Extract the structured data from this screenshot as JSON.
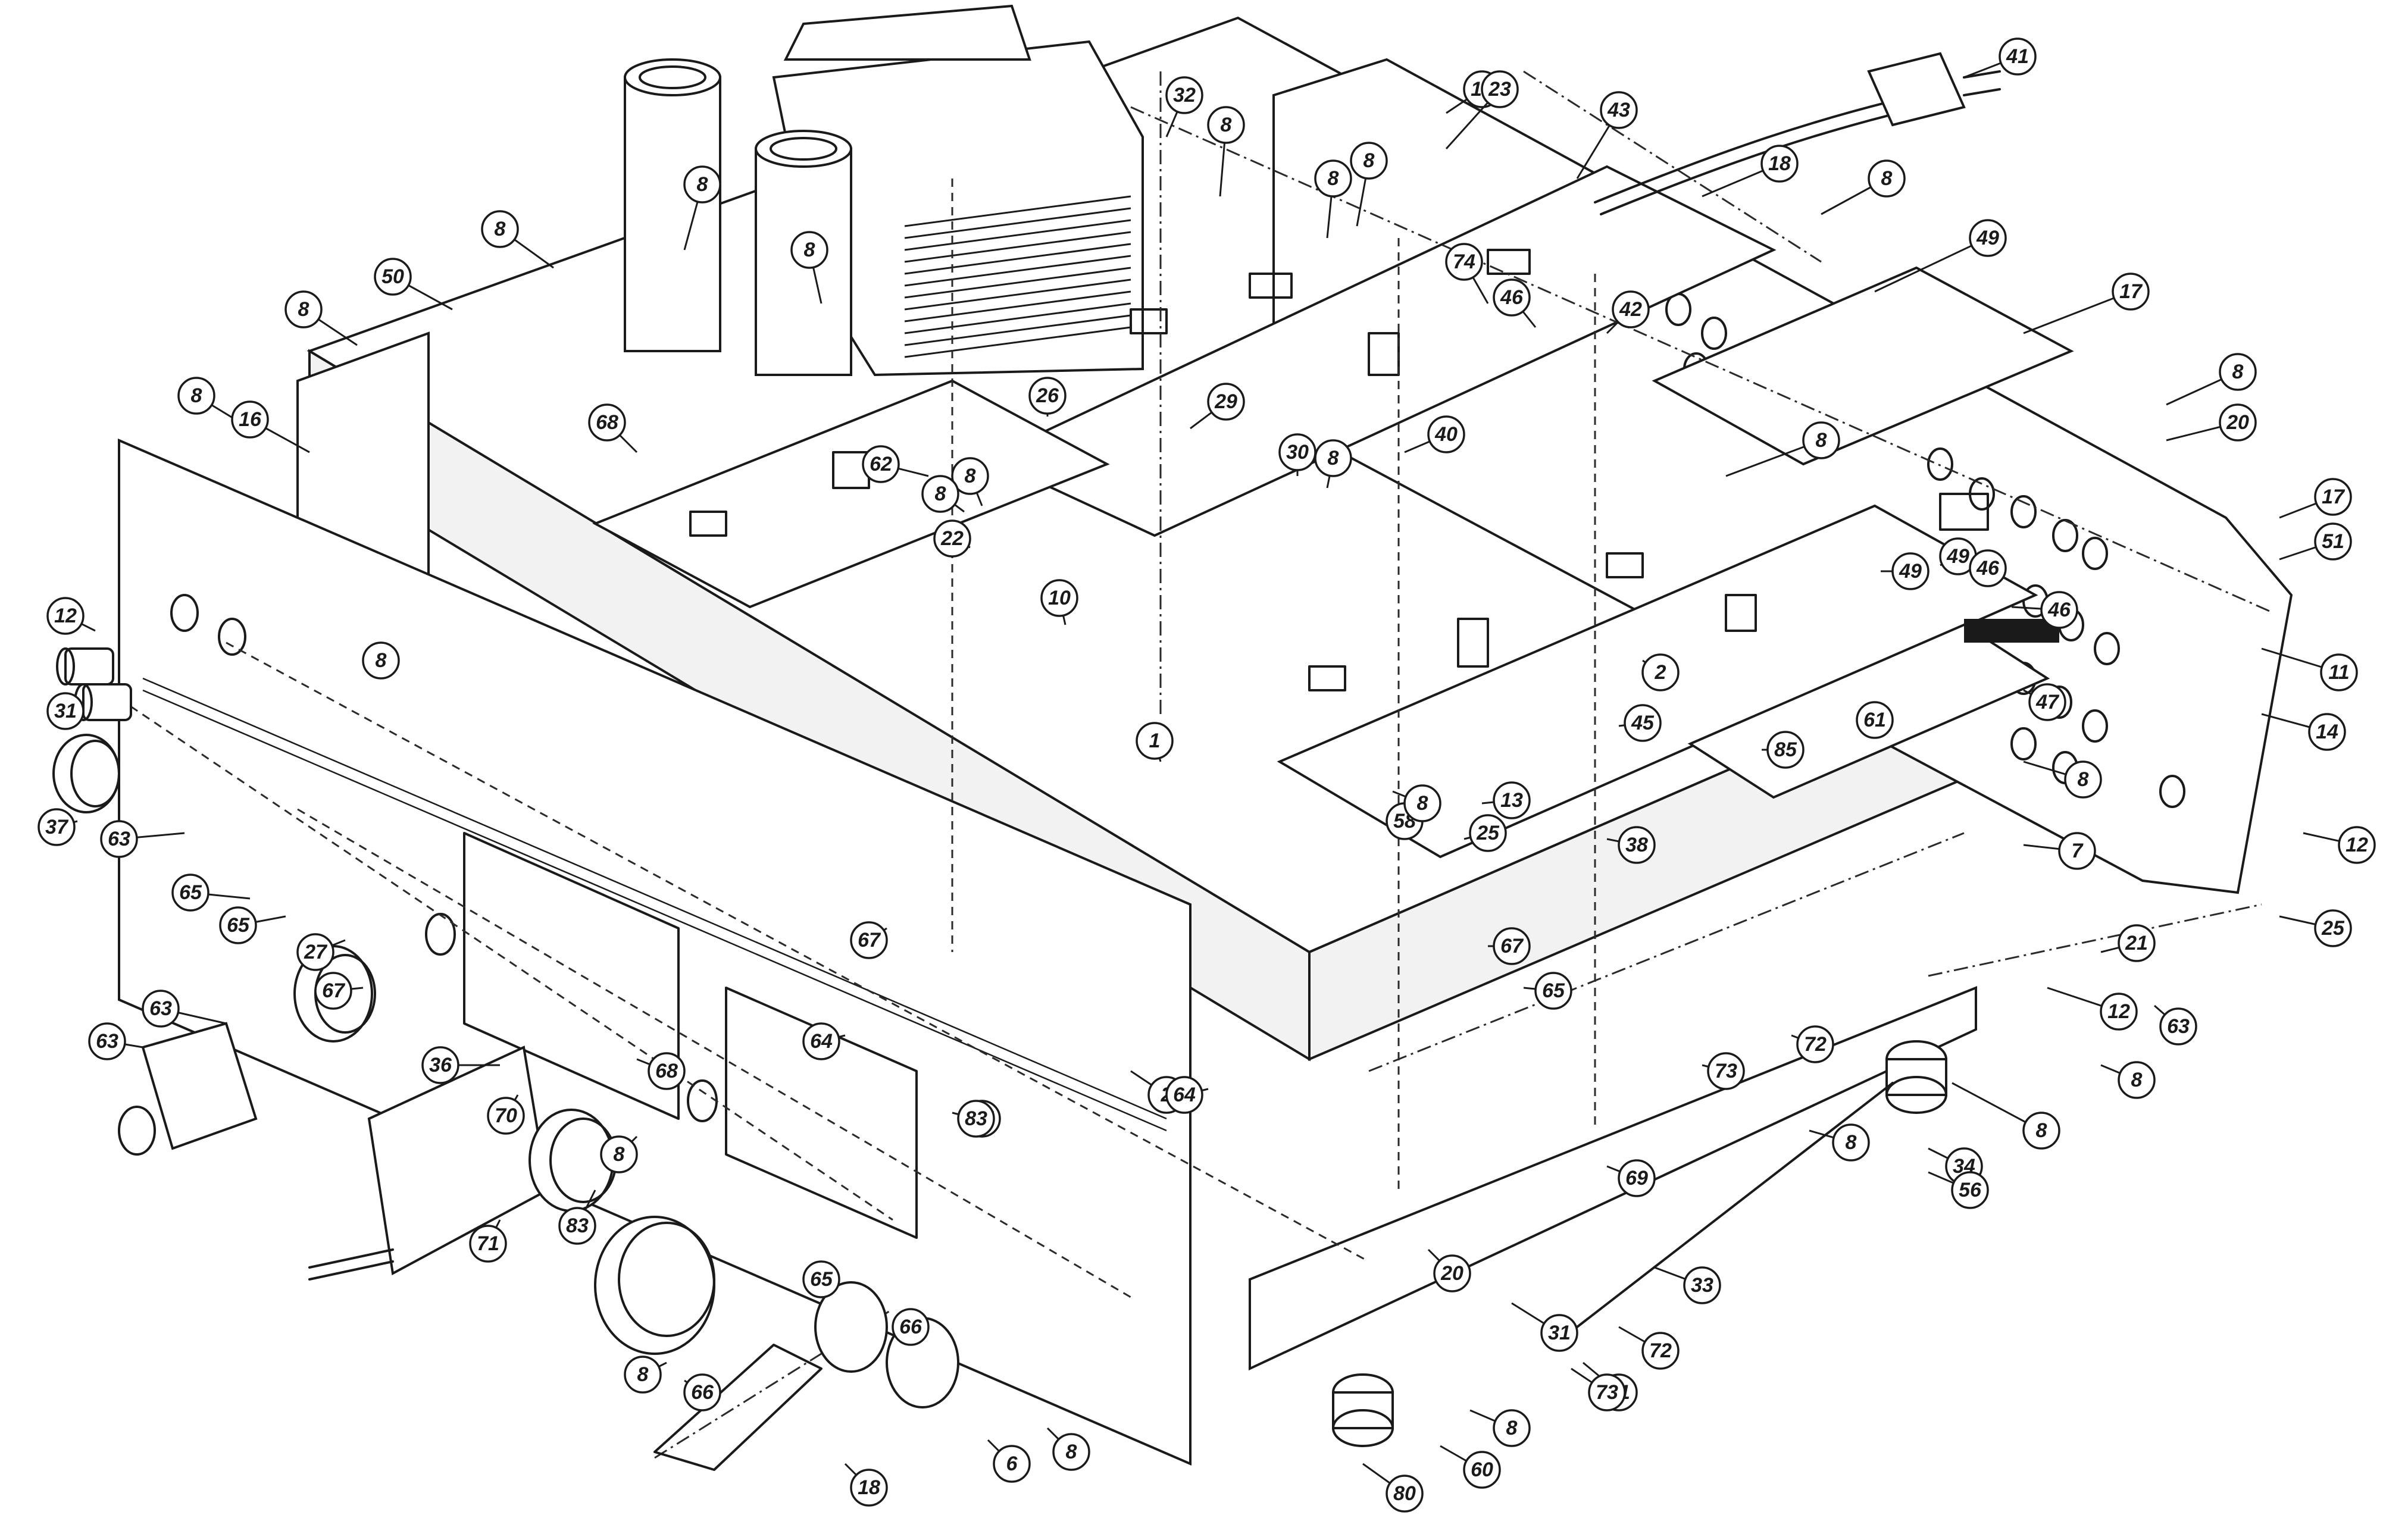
{
  "diagram": {
    "kind": "exploded-assembly-view",
    "colors": {
      "ink": "#1a1a1a",
      "paper": "#ffffff"
    },
    "callouts": [
      "41",
      "43",
      "18",
      "18",
      "32",
      "8",
      "8",
      "8",
      "8",
      "8",
      "8",
      "8",
      "49",
      "74",
      "46",
      "42",
      "17",
      "23",
      "50",
      "8",
      "8",
      "16",
      "68",
      "62",
      "8",
      "22",
      "8",
      "26",
      "29",
      "30",
      "8",
      "40",
      "8",
      "8",
      "20",
      "17",
      "51",
      "49",
      "49",
      "46",
      "46",
      "11",
      "10",
      "2",
      "45",
      "47",
      "14",
      "61",
      "85",
      "8",
      "1",
      "58",
      "8",
      "13",
      "25",
      "38",
      "7",
      "12",
      "12",
      "31",
      "37",
      "8",
      "63",
      "65",
      "65",
      "27",
      "67",
      "63",
      "63",
      "67",
      "65",
      "21",
      "63",
      "12",
      "8",
      "72",
      "73",
      "8",
      "8",
      "34",
      "36",
      "70",
      "68",
      "8",
      "71",
      "83",
      "2",
      "67",
      "67",
      "83",
      "65",
      "66",
      "64",
      "64",
      "20",
      "56",
      "69",
      "33",
      "31",
      "72",
      "81",
      "8",
      "73",
      "8",
      "66",
      "6",
      "8",
      "18",
      "60",
      "80",
      "25",
      "20",
      "71",
      "8"
    ]
  }
}
